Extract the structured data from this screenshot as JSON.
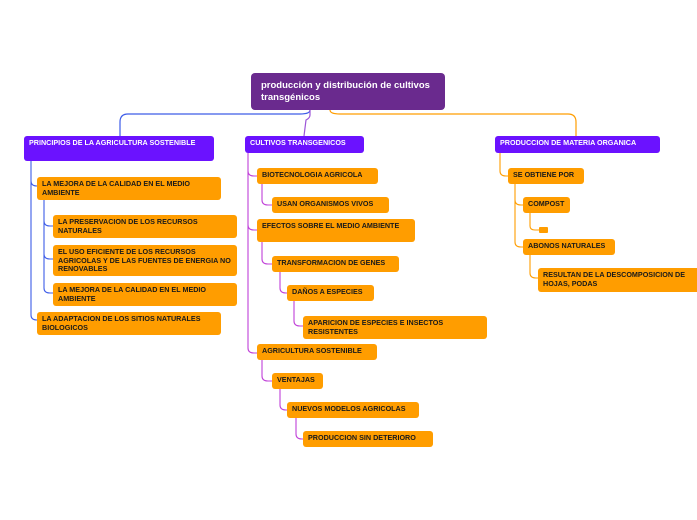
{
  "map": {
    "root": "producción y distribución de cultivos transgénicos",
    "colors": {
      "root": "#6a2a8e",
      "main": "#6b12ff",
      "sub": "#ff9d00",
      "edge_blue": "#3d5ce8",
      "edge_purple": "#9c55d8",
      "edge_orange": "#ff9d00"
    },
    "principios": {
      "title": "PRINCIPIOS DE LA AGRICULTURA SOSTENIBLE",
      "mejora1": "LA MEJORA DE LA CALIDAD EN EL MEDIO AMBIENTE",
      "preservacion": "LA PRESERVACION DE LOS RECURSOS NATURALES",
      "uso": "EL USO EFICIENTE DE LOS RECURSOS AGRICOLAS Y DE LAS FUENTES DE ENERGIA NO RENOVABLES",
      "mejora2": "LA MEJORA DE LA CALIDAD EN EL MEDIO AMBIENTE",
      "adaptacion": "LA ADAPTACION DE LOS SITIOS NATURALES BIOLOGICOS"
    },
    "cultivos": {
      "title": "CULTIVOS TRANSGENICOS",
      "biotecnologia": "BIOTECNOLOGIA AGRICOLA",
      "usan": "USAN ORGANISMOS VIVOS",
      "efectos": "EFECTOS SOBRE EL MEDIO AMBIENTE",
      "transformacion": "TRANSFORMACION DE GENES",
      "danos": "DAÑOS A ESPECIES",
      "aparicion": "APARICION DE ESPECIES E INSECTOS RESISTENTES",
      "agricultura": "AGRICULTURA SOSTENIBLE",
      "ventajas": "VENTAJAS",
      "nuevos": "NUEVOS MODELOS AGRICOLAS",
      "produccion_sin": "PRODUCCION SIN DETERIORO"
    },
    "produccion": {
      "title": "PRODUCCION DE MATERIA ORGANICA",
      "se_obtiene": "SE OBTIENE POR",
      "compost": "COMPOST",
      "abonos": "ABONOS NATURALES",
      "resultan": "RESULTAN DE LA DESCOMPOSICION DE HOJAS, PODAS"
    }
  }
}
